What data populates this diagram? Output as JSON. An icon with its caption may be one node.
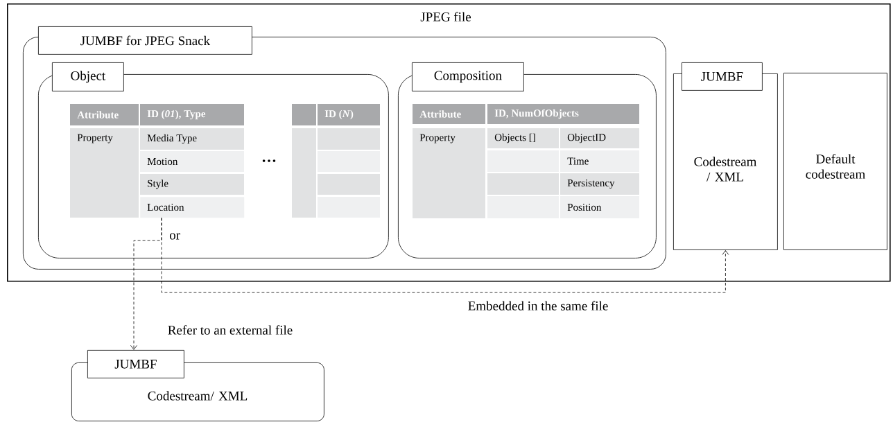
{
  "diagram": {
    "nodes": [
      {
        "text": [
          "JPEG file"
        ]
      },
      {
        "text": [
          "JUMBF for JPEG Snack"
        ],
        "in": 0
      },
      {
        "text": [
          "Object"
        ],
        "in": 1
      },
      {
        "text": [
          "Location"
        ],
        "in": 2
      },
      {
        "text": [
          "Composition"
        ],
        "in": 1
      },
      {
        "text": [
          "JUMBF",
          "Codestream / XML"
        ],
        "in": 0
      },
      {
        "text": [
          "Default codestream"
        ],
        "in": 0
      },
      {
        "text": [
          "JUMBF",
          "Codestream/ XML"
        ]
      }
    ],
    "edges": [
      {
        "from": 3,
        "to": 5,
        "arrow": "to",
        "style": "dashed",
        "label": "Embedded in the same file"
      },
      {
        "from": 3,
        "to": 7,
        "arrow": "to",
        "style": "dashed",
        "label": "Refer to an external file"
      }
    ],
    "labels": [
      "Attribute",
      "ID (*01*), Type",
      "Property",
      "Media Type",
      "Motion",
      "Style",
      "…",
      "ID (*N*)",
      "Attribute",
      "ID, NumOfObjects",
      "Property",
      "Objects []",
      "ObjectID",
      "Time",
      "Persistency",
      "Position",
      "or"
    ]
  }
}
